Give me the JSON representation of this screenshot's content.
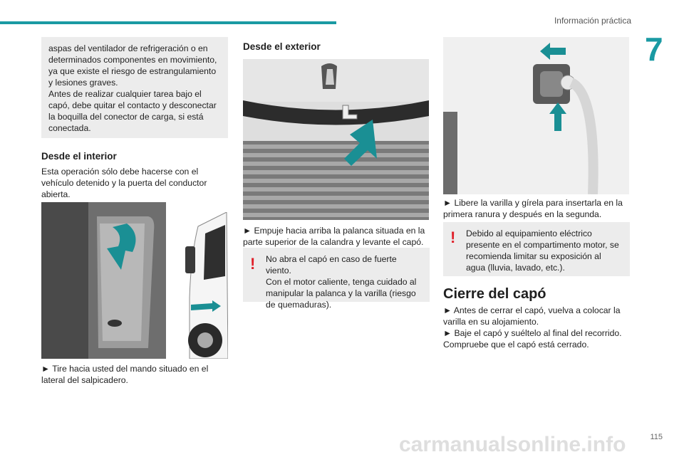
{
  "header": {
    "section_title": "Información práctica",
    "chapter_number": "7",
    "page_number": "115"
  },
  "col1": {
    "warning_continued": "aspas del ventilador de refrigeración o en determinados componentes en movimiento, ya que existe el riesgo de estrangulamiento y lesiones graves.\nAntes de realizar cualquier tarea bajo el capó, debe quitar el contacto y desconectar la boquilla del conector de carga, si está conectada.",
    "heading": "Desde el interior",
    "intro": "Esta operación sólo debe hacerse con el vehículo detenido y la puerta del conductor abierta.",
    "instruction": "► Tire hacia usted del mando situado en el lateral del salpicadero."
  },
  "col2": {
    "heading": "Desde el exterior",
    "instruction": "► Empuje hacia arriba la palanca situada en la parte superior de la calandra y levante el capó.",
    "warning": "No abra el capó en caso de fuerte viento.\nCon el motor caliente, tenga cuidado al manipular la palanca y la varilla (riesgo de quemaduras)."
  },
  "col3": {
    "instruction": "► Libere la varilla y gírela para insertarla en la primera ranura y después en la segunda.",
    "warning": "Debido al equipamiento eléctrico presente en el compartimento motor, se recomienda limitar su exposición al agua (lluvia, lavado, etc.).",
    "heading": "Cierre del capó",
    "step1": "► Antes de cerrar el capó, vuelva a colocar la varilla en su alojamiento.",
    "step2": "► Baje el capó y suéltelo al final del recorrido.",
    "check": "Compruebe que el capó está cerrado."
  },
  "watermark": "carmanualsonline.info",
  "colors": {
    "accent": "#1a9aa3",
    "warning": "#e0202a",
    "note_bg": "#ececec"
  }
}
